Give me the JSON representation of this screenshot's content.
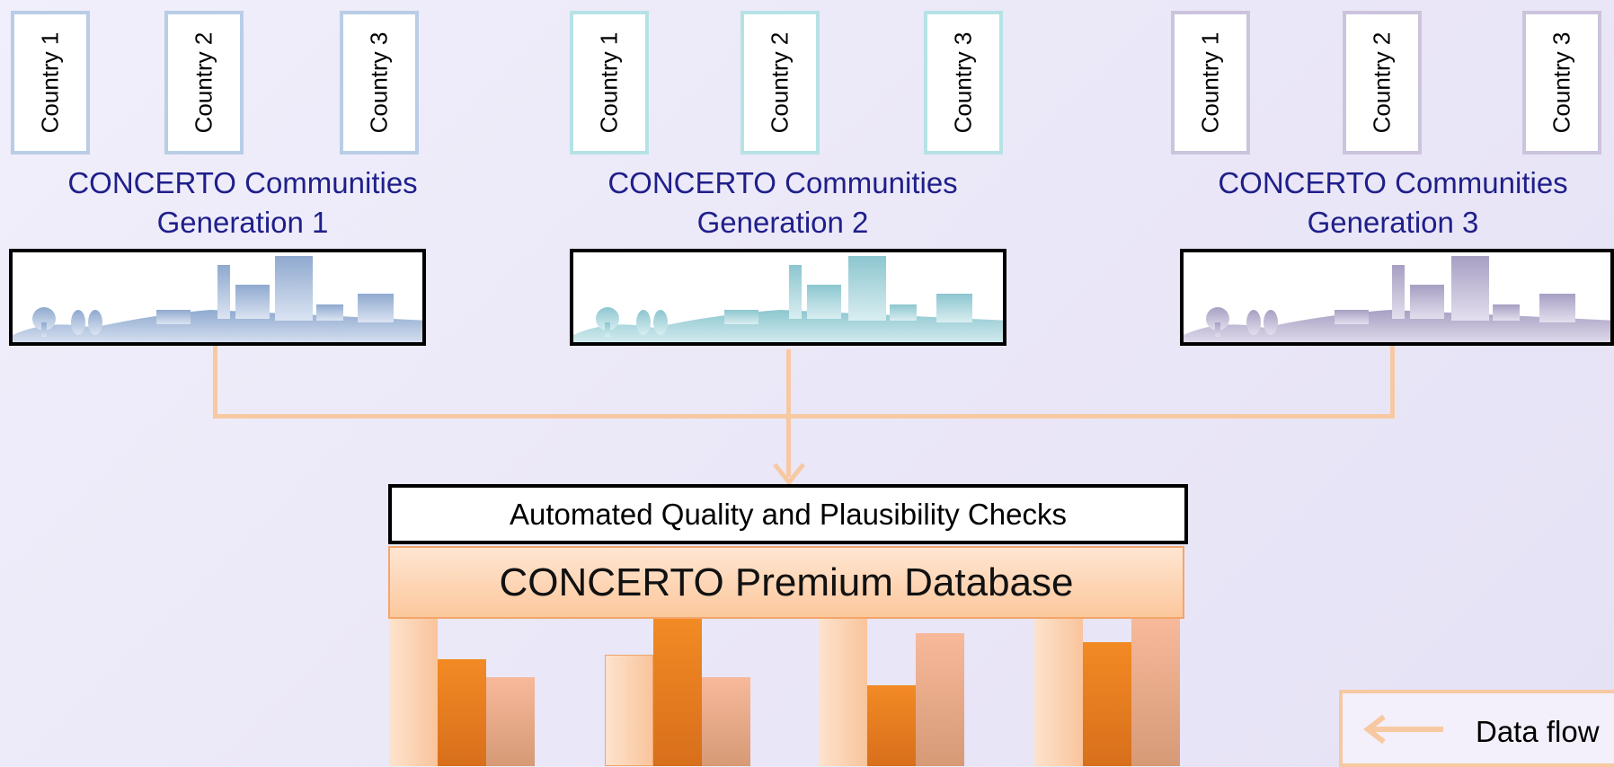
{
  "generations": [
    {
      "countries": [
        "Country 1",
        "Country 2",
        "Country 3"
      ],
      "title_line1": "CONCERTO Communities",
      "title_line2": "Generation 1",
      "color": "#b9cde6"
    },
    {
      "countries": [
        "Country 1",
        "Country 2",
        "Country 3"
      ],
      "title_line1": "CONCERTO Communities",
      "title_line2": "Generation 2",
      "color": "#b6e2e6"
    },
    {
      "countries": [
        "Country 1",
        "Country 2",
        "Country 3"
      ],
      "title_line1": "CONCERTO Communities",
      "title_line2": "Generation 3",
      "color": "#cbc4dc"
    }
  ],
  "checks_label": "Automated Quality and Plausibility Checks",
  "database_label": "CONCERTO Premium Database",
  "legend": {
    "label": "Data flow",
    "arrow_color": "#f7c9a2"
  },
  "colors": {
    "title_text": "#1f1f8a",
    "flow_line": "#f7c9a2",
    "bar_light": "#fcd5b5",
    "bar_dark": "#ee8a2e",
    "bar_muted": "#e8ab8a"
  }
}
